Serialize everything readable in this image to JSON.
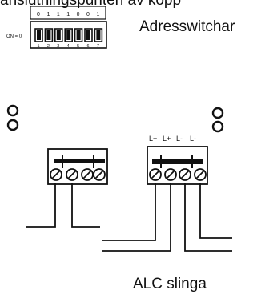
{
  "header_fragment": "ansluthingspunten av kopp",
  "dip_switch": {
    "state_digits": [
      "0",
      "1",
      "1",
      "1",
      "0",
      "0",
      "1"
    ],
    "on_label": "ON = 0",
    "position_numbers": [
      "1",
      "2",
      "3",
      "4",
      "5",
      "6",
      "7"
    ]
  },
  "address_label": "Adresswitchar",
  "terminal_labels": [
    "L+",
    "L+",
    "L-",
    "L-"
  ],
  "loop_label": "ALC slinga",
  "colors": {
    "ink": "#111111",
    "paper": "#ffffff"
  }
}
